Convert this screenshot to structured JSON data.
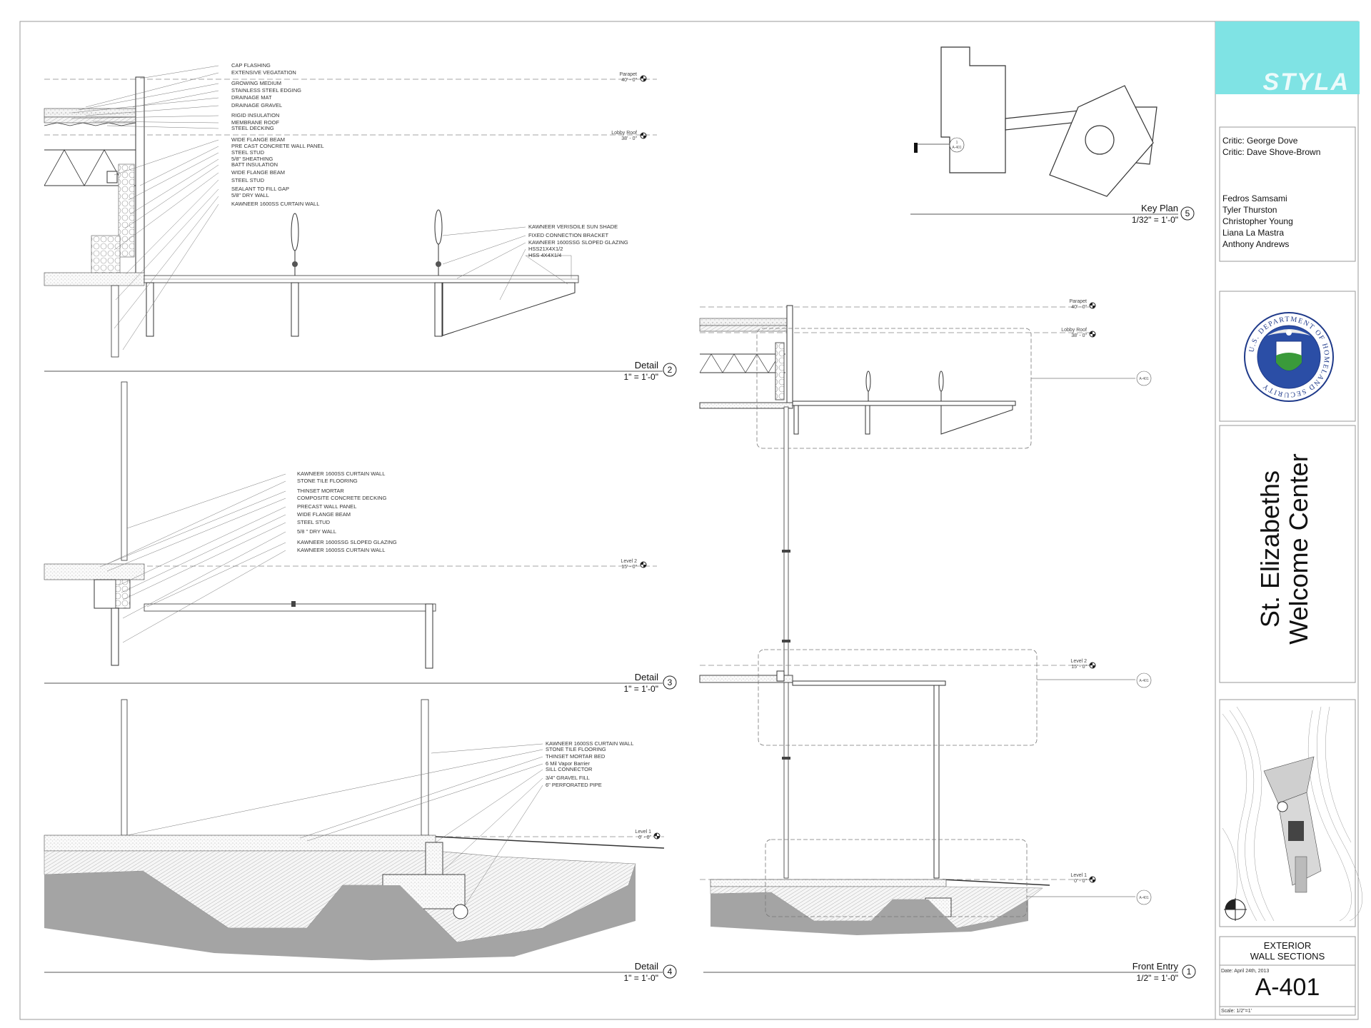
{
  "title_block": {
    "brand": "STYLA",
    "critics": [
      "Critic: George Dove",
      "Critic: Dave Shove-Brown"
    ],
    "team": [
      "Fedros Samsami",
      "Tyler Thurston",
      "Christopher Young",
      "Liana La Mastra",
      "Anthony Andrews"
    ],
    "seal_text": "U.S. DEPARTMENT OF HOMELAND SECURITY",
    "project_line1": "St. Elizabeths",
    "project_line2": "Welcome Center",
    "sheet_title_line1": "EXTERIOR",
    "sheet_title_line2": "WALL SECTIONS",
    "date": "Date: April 24th, 2013",
    "sheet_number": "A-401",
    "scale": "Scale: 1/2\"=1'"
  },
  "views": {
    "detail2": {
      "title": "Detail",
      "number": "2",
      "scale": "1\" = 1'-0\""
    },
    "detail3": {
      "title": "Detail",
      "number": "3",
      "scale": "1\" = 1'-0\""
    },
    "detail4": {
      "title": "Detail",
      "number": "4",
      "scale": "1\" = 1'-0\""
    },
    "keyplan": {
      "title": "Key Plan",
      "number": "5",
      "scale": "1/32\" = 1'-0\""
    },
    "front_entry": {
      "title": "Front Entry",
      "number": "1",
      "scale": "1/2\" = 1'-0\""
    }
  },
  "levels": {
    "parapet": {
      "name": "Parapet",
      "elev": "40' - 0\""
    },
    "lobby_roof": {
      "name": "Lobby Roof",
      "elev": "38' - 0\""
    },
    "level2": {
      "name": "Level 2",
      "elev": "15' - 0\""
    },
    "level1": {
      "name": "Level 1",
      "elev": "0' - 0\""
    }
  },
  "callout_ref": "A-401",
  "keyplan_tag": {
    "num": "1",
    "ref": "A-401"
  },
  "detail2_notes_left": [
    "CAP FLASHING",
    "EXTENSIVE VEGATATION",
    "GROWING MEDIUM",
    "STAINLESS STEEL EDGING",
    "DRAINAGE MAT",
    "DRAINAGE GRAVEL",
    "RIGID INSULATION",
    "MEMBRANE ROOF",
    "STEEL DECKING",
    "WIDE FLANGE BEAM",
    "PRE CAST CONCRETE WALL PANEL",
    "STEEL STUD",
    "5/8\" SHEATHING",
    "BATT INSULATION",
    "WIDE FLANGE BEAM",
    "STEEL STUD",
    "SEALANT TO FILL GAP",
    "5/8\" DRY WALL",
    "KAWNEER 1600SS CURTAIN WALL"
  ],
  "detail2_notes_right": [
    "KAWNEER VERISOILE SUN SHADE",
    "FIXED CONNECTION BRACKET",
    "KAWNEER 1600SSG SLOPED GLAZING",
    "HSS21X4X1/2",
    "HSS 4X4X1/4"
  ],
  "detail3_notes": [
    "KAWNEER 1600SS CURTAIN WALL",
    "STONE TILE FLOORING",
    "THINSET MORTAR",
    "COMPOSITE CONCRETE DECKING",
    "PRECAST WALL PANEL",
    "WIDE FLANGE BEAM",
    "STEEL STUD",
    "5/8 \" DRY WALL",
    "KAWNEER 1600SSG SLOPED GLAZING",
    "KAWNEER 1600SS CURTAIN WALL"
  ],
  "detail4_notes": [
    "KAWNEER 1600SS CURTAIN WALL",
    "STONE TILE FLOORING",
    "THINSET MORTAR BED",
    "6 Mil Vapor Barrier",
    "SILL CONNECTOR",
    "3/4\" GRAVEL FILL",
    "6\" PERFORATED PIPE"
  ]
}
